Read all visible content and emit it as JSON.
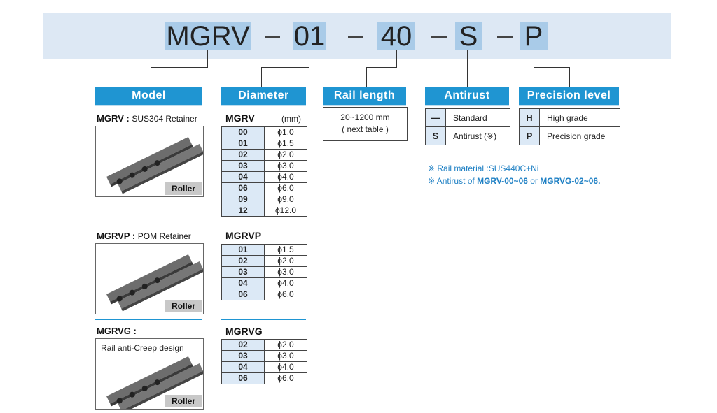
{
  "code": {
    "parts": [
      "MGRV",
      "01",
      "40",
      "S",
      "P"
    ],
    "dash": "—"
  },
  "headers": {
    "model": "Model",
    "diameter": "Diameter",
    "rail_length": "Rail length",
    "antirust": "Antirust",
    "precision": "Precision level"
  },
  "models": [
    {
      "name": "MGRV :",
      "desc": "SUS304 Retainer",
      "badge": "Roller"
    },
    {
      "name": "MGRVP :",
      "desc": "POM Retainer",
      "badge": "Roller"
    },
    {
      "name": "MGRVG :",
      "desc": "",
      "inner_text": "Rail anti-Creep design",
      "badge": "Roller"
    }
  ],
  "diameter": {
    "unit": "(mm)",
    "groups": [
      {
        "title": "MGRV",
        "rows": [
          [
            "00",
            "ϕ1.0"
          ],
          [
            "01",
            "ϕ1.5"
          ],
          [
            "02",
            "ϕ2.0"
          ],
          [
            "03",
            "ϕ3.0"
          ],
          [
            "04",
            "ϕ4.0"
          ],
          [
            "06",
            "ϕ6.0"
          ],
          [
            "09",
            "ϕ9.0"
          ],
          [
            "12",
            "ϕ12.0"
          ]
        ]
      },
      {
        "title": "MGRVP",
        "rows": [
          [
            "01",
            "ϕ1.5"
          ],
          [
            "02",
            "ϕ2.0"
          ],
          [
            "03",
            "ϕ3.0"
          ],
          [
            "04",
            "ϕ4.0"
          ],
          [
            "06",
            "ϕ6.0"
          ]
        ]
      },
      {
        "title": "MGRVG",
        "rows": [
          [
            "02",
            "ϕ2.0"
          ],
          [
            "03",
            "ϕ3.0"
          ],
          [
            "04",
            "ϕ4.0"
          ],
          [
            "06",
            "ϕ6.0"
          ]
        ]
      }
    ]
  },
  "rail_length": {
    "range": "20~1200 mm",
    "note": "( next table )"
  },
  "antirust": [
    {
      "code": "—",
      "label": "Standard"
    },
    {
      "code": "S",
      "label": "Antirust (※)"
    }
  ],
  "precision": [
    {
      "code": "H",
      "label": "High grade"
    },
    {
      "code": "P",
      "label": "Precision grade"
    }
  ],
  "notes": {
    "n1": "※ Rail material :SUS440C+Ni",
    "n2_pre": "※ Antirust of ",
    "n2_b1": "MGRV-00~06",
    "n2_mid": " or ",
    "n2_b2": "MGRVG-02~06."
  }
}
